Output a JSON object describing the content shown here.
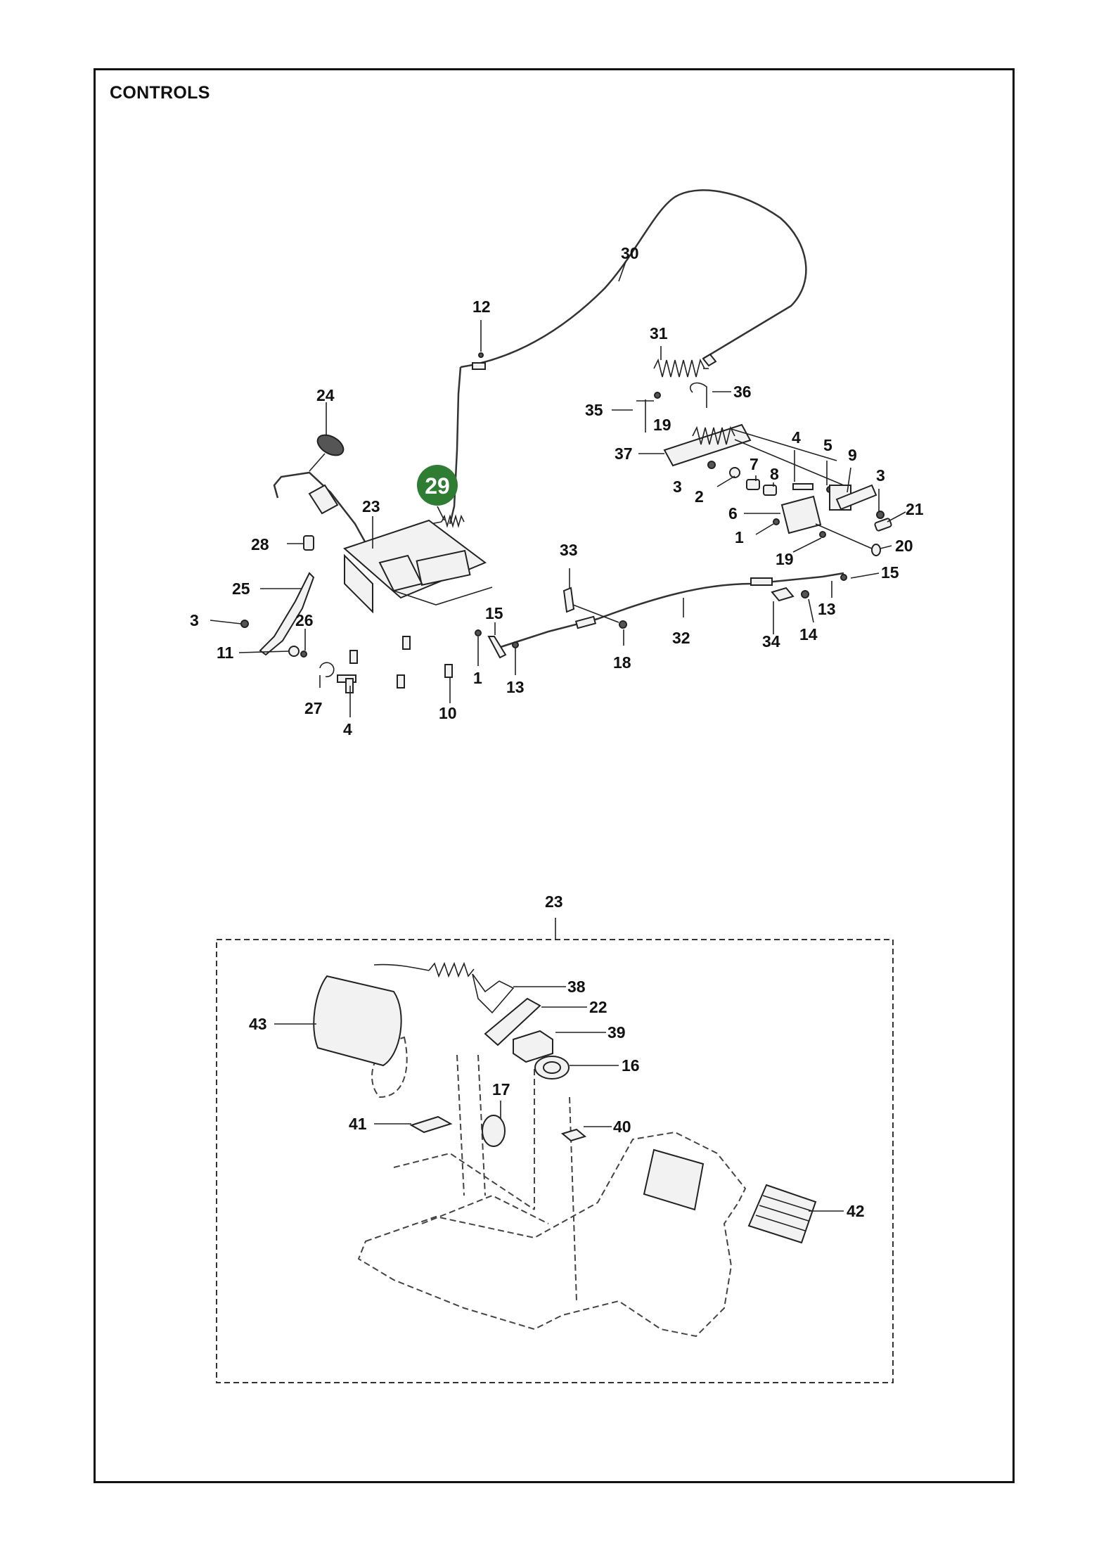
{
  "page": {
    "title": "CONTROLS"
  },
  "highlight": {
    "number": "29",
    "color": "#2e7d32"
  },
  "labels": {
    "n1": "1",
    "n1b": "1",
    "n2": "2",
    "n3a": "3",
    "n3b": "3",
    "n3c": "3",
    "n4a": "4",
    "n4b": "4",
    "n5": "5",
    "n6": "6",
    "n7": "7",
    "n8": "8",
    "n9": "9",
    "n10": "10",
    "n11": "11",
    "n12": "12",
    "n13a": "13",
    "n13b": "13",
    "n14": "14",
    "n15a": "15",
    "n15b": "15",
    "n18": "18",
    "n19a": "19",
    "n19b": "19",
    "n20": "20",
    "n21": "21",
    "n23": "23",
    "n24": "24",
    "n25": "25",
    "n26": "26",
    "n27": "27",
    "n28": "28",
    "n30": "30",
    "n31": "31",
    "n32": "32",
    "n33": "33",
    "n34": "34",
    "n35": "35",
    "n36": "36",
    "n37": "37"
  },
  "detail": {
    "group_label": "23",
    "labels": {
      "n16": "16",
      "n17": "17",
      "n22": "22",
      "n38": "38",
      "n39": "39",
      "n40": "40",
      "n41": "41",
      "n42": "42",
      "n43": "43"
    }
  }
}
